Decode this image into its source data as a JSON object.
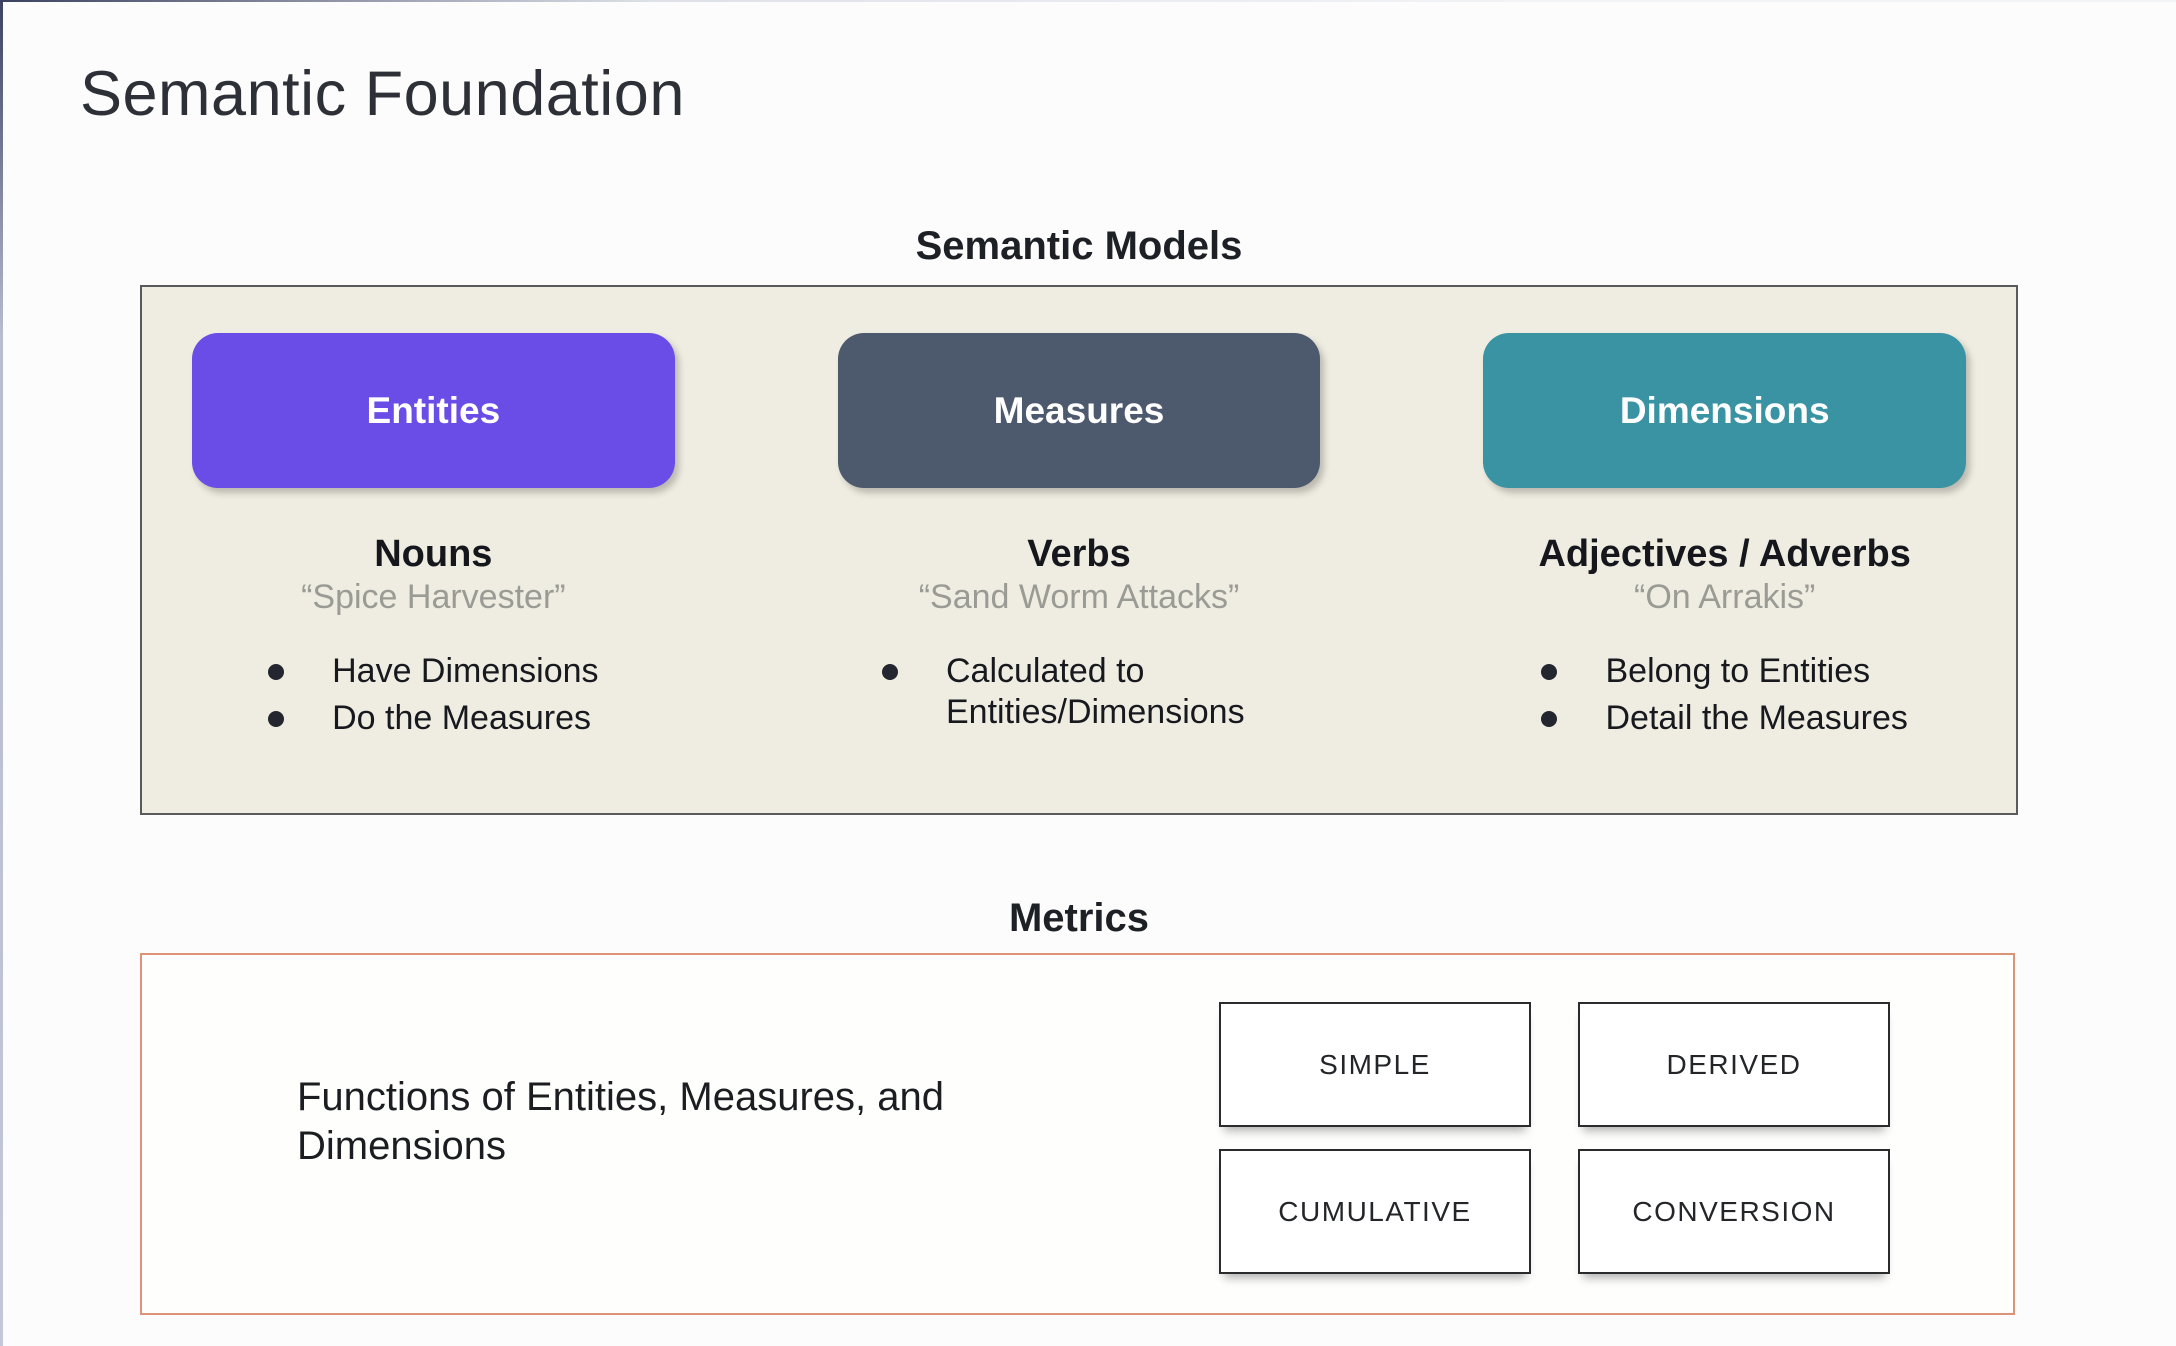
{
  "page": {
    "title": "Semantic Foundation"
  },
  "semantic_models": {
    "heading": "Semantic Models",
    "panel_color": "#efede1",
    "columns": [
      {
        "pill": "Entities",
        "pill_color": "#6a4ce6",
        "subtitle": "Nouns",
        "quote": "“Spice Harvester”",
        "bullets": [
          "Have Dimensions",
          "Do the Measures"
        ]
      },
      {
        "pill": "Measures",
        "pill_color": "#4d5a6e",
        "subtitle": "Verbs",
        "quote": "“Sand Worm Attacks”",
        "bullets": [
          "Calculated to Entities/Dimensions"
        ]
      },
      {
        "pill": "Dimensions",
        "pill_color": "#3a93a3",
        "subtitle": "Adjectives / Adverbs",
        "quote": "“On Arrakis”",
        "bullets": [
          "Belong to Entities",
          "Detail the Measures"
        ]
      }
    ]
  },
  "metrics": {
    "heading": "Metrics",
    "border_color": "#dd9377",
    "description": "Functions of Entities, Measures, and Dimensions",
    "types": [
      "SIMPLE",
      "DERIVED",
      "CUMULATIVE",
      "CONVERSION"
    ]
  }
}
